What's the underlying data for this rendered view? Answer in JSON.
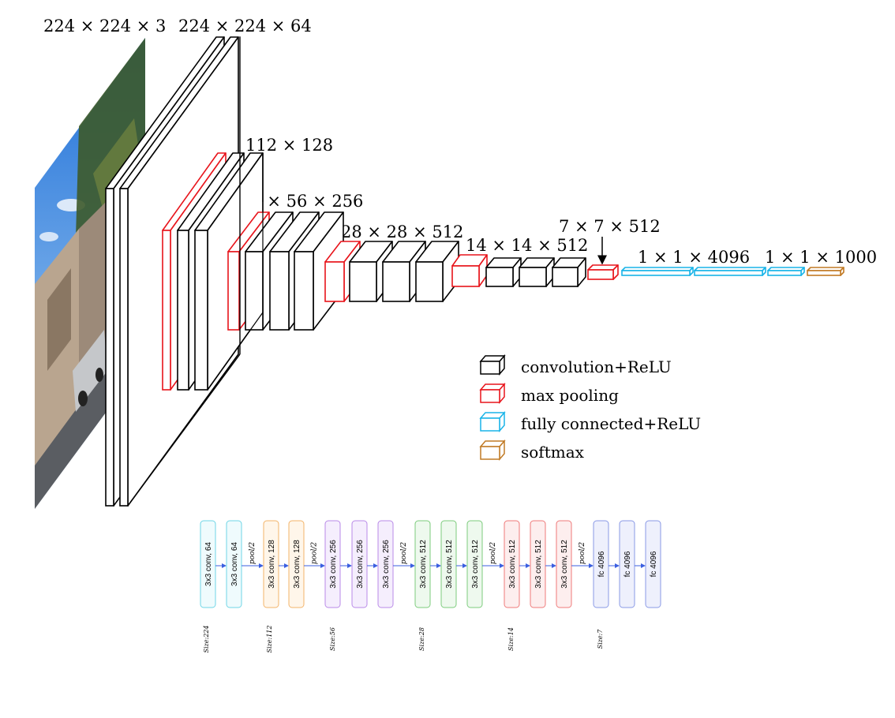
{
  "dimension_labels": {
    "input": "224 × 224 × 3",
    "conv1": "224 × 224 × 64",
    "conv2": "112 × 112 × 128",
    "conv3": "56 × 56 × 256",
    "conv4": "28 × 28 × 512",
    "conv5": "14 × 14 × 512",
    "pool5": "7 × 7 × 512",
    "fc": "1 × 1 × 4096",
    "softmax": "1 × 1 × 1000"
  },
  "colors": {
    "conv": "#000000",
    "pool": "#e8141b",
    "fc": "#19b4e8",
    "softmax": "#c17a25",
    "arrow": "#3b5fe0"
  },
  "legend": [
    {
      "type": "conv",
      "label": "convolution+ReLU"
    },
    {
      "type": "pool",
      "label": "max pooling"
    },
    {
      "type": "fc",
      "label": "fully connected+ReLU"
    },
    {
      "type": "softmax",
      "label": "softmax"
    }
  ],
  "vertical_diagram": {
    "blocks": [
      {
        "label": "3x3 conv, 64",
        "stroke": "#6fd6e6",
        "fill": "#effbfd"
      },
      {
        "label": "3x3 conv, 64",
        "stroke": "#6fd6e6",
        "fill": "#effbfd"
      },
      {
        "label": "3x3 conv, 128",
        "stroke": "#f3b46a",
        "fill": "#fff6ea"
      },
      {
        "label": "3x3 conv, 128",
        "stroke": "#f3b46a",
        "fill": "#fff6ea"
      },
      {
        "label": "3x3 conv, 256",
        "stroke": "#b98ae8",
        "fill": "#f5eefd"
      },
      {
        "label": "3x3 conv, 256",
        "stroke": "#b98ae8",
        "fill": "#f5eefd"
      },
      {
        "label": "3x3 conv, 256",
        "stroke": "#b98ae8",
        "fill": "#f5eefd"
      },
      {
        "label": "3x3 conv, 512",
        "stroke": "#7ccc7c",
        "fill": "#eef9ee"
      },
      {
        "label": "3x3 conv, 512",
        "stroke": "#7ccc7c",
        "fill": "#eef9ee"
      },
      {
        "label": "3x3 conv, 512",
        "stroke": "#7ccc7c",
        "fill": "#eef9ee"
      },
      {
        "label": "3x3 conv, 512",
        "stroke": "#ef7a7a",
        "fill": "#fdeeee"
      },
      {
        "label": "3x3 conv, 512",
        "stroke": "#ef7a7a",
        "fill": "#fdeeee"
      },
      {
        "label": "3x3 conv, 512",
        "stroke": "#ef7a7a",
        "fill": "#fdeeee"
      },
      {
        "label": "fc 4096",
        "stroke": "#8a9ae6",
        "fill": "#eef0fc"
      },
      {
        "label": "fc 4096",
        "stroke": "#8a9ae6",
        "fill": "#eef0fc"
      },
      {
        "label": "fc 4096",
        "stroke": "#8a9ae6",
        "fill": "#eef0fc"
      }
    ],
    "pool_label": "pool/2",
    "size_labels": [
      "Size:224",
      "Size:112",
      "Size:56",
      "Size:28",
      "Size:14",
      "Size:7"
    ]
  }
}
